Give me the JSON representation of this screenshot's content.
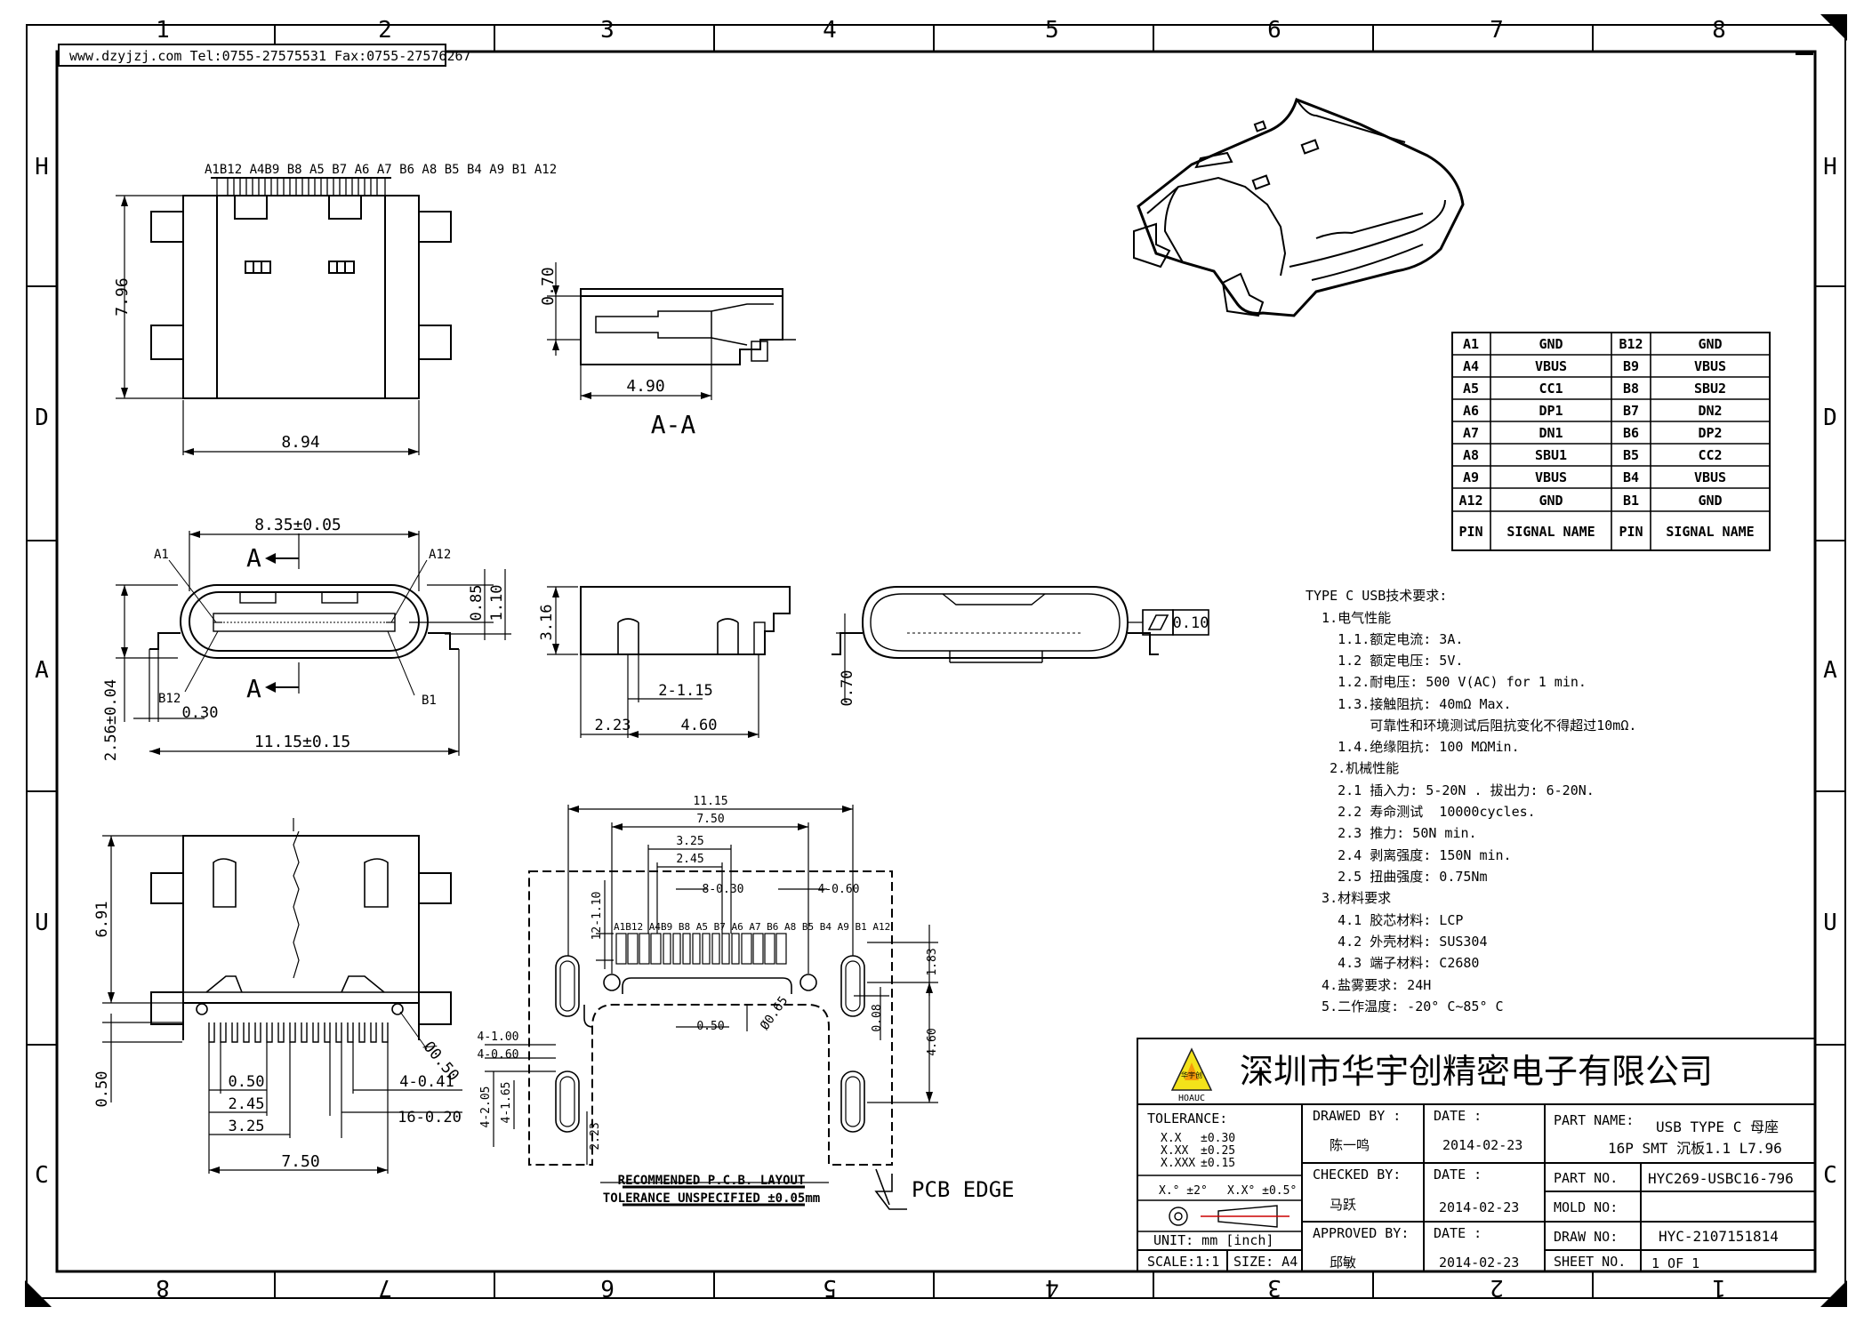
{
  "border": {
    "cols_top": [
      "1",
      "2",
      "3",
      "4",
      "5",
      "6",
      "7",
      "8"
    ],
    "cols_bottom": [
      "8",
      "7",
      "6",
      "5",
      "4",
      "3",
      "2",
      "1"
    ],
    "rows_left": [
      "H",
      "D",
      "A",
      "U",
      "C"
    ],
    "rows_right": [
      "H",
      "D",
      "A",
      "U",
      "C"
    ]
  },
  "header_strip": "www.dzyjzj.com  Tel:0755-27575531  Fax:0755-27576267",
  "view_top": {
    "pin_labels": "A1B12 A4B9 B8 A5 B7 A6 A7 B6 A8 B5 B4 A9 B1 A12",
    "dim_height": "7.96",
    "dim_width": "8.94"
  },
  "view_section": {
    "dim_070": "0.70",
    "dim_490": "4.90",
    "label": "A-A"
  },
  "view_front": {
    "dim_835": "8.35±0.05",
    "label_A_top": "A",
    "label_A_bot": "A",
    "pin_A1": "A1",
    "pin_A12": "A12",
    "pin_B12": "B12",
    "pin_B1": "B1",
    "dim_085": "0.85",
    "dim_110": "1.10",
    "dim_256": "2.56±0.04",
    "dim_030": "0.30",
    "dim_1115": "11.15±0.15"
  },
  "view_side": {
    "dim_316": "3.16",
    "dim_115": "2-1.15",
    "dim_223": "2.23",
    "dim_460": "4.60"
  },
  "view_end": {
    "dim_070": "0.70",
    "flatness": "0.10"
  },
  "view_bottom": {
    "dim_691": "6.91",
    "dim_050b": "0.50",
    "dim_050": "0.50",
    "dim_245": "2.45",
    "dim_325": "3.25",
    "dim_750": "7.50",
    "dim_041": "4-0.41",
    "dim_020": "16-0.20",
    "dim_phi050": "Ø0.50"
  },
  "pcb_layout": {
    "dim_1115": "11.15",
    "dim_750": "7.50",
    "dim_325": "3.25",
    "dim_245": "2.45",
    "dim_8030": "8-0.30",
    "dim_4060": "4-0.60",
    "dim_12110": "12-1.10",
    "pin_labels": "A1B12 A4B9 B8 A5 B7 A6 A7 B6 A8 B5 B4 A9 B1 A12",
    "dim_183": "1.83",
    "dim_phi065": "Ø0.65",
    "dim_050": "0.50",
    "dim_008": "0.08",
    "dim_460": "4.60",
    "dim_4100": "4-1.00",
    "dim_4060b": "4-0.60",
    "dim_4205": "4-2.05",
    "dim_4165": "4-1.65",
    "dim_223": "2.23",
    "title": "RECOMMENDED  P.C.B.  LAYOUT",
    "tolerance": "TOLERANCE  UNSPECIFIED  ±0.05mm",
    "pcb_edge": "PCB EDGE"
  },
  "pin_table": {
    "rows": [
      {
        "p1": "A1",
        "s1": "GND",
        "p2": "B12",
        "s2": "GND"
      },
      {
        "p1": "A4",
        "s1": "VBUS",
        "p2": "B9",
        "s2": "VBUS"
      },
      {
        "p1": "A5",
        "s1": "CC1",
        "p2": "B8",
        "s2": "SBU2"
      },
      {
        "p1": "A6",
        "s1": "DP1",
        "p2": "B7",
        "s2": "DN2"
      },
      {
        "p1": "A7",
        "s1": "DN1",
        "p2": "B6",
        "s2": "DP2"
      },
      {
        "p1": "A8",
        "s1": "SBU1",
        "p2": "B5",
        "s2": "CC2"
      },
      {
        "p1": "A9",
        "s1": "VBUS",
        "p2": "B4",
        "s2": "VBUS"
      },
      {
        "p1": "A12",
        "s1": "GND",
        "p2": "B1",
        "s2": "GND"
      }
    ],
    "header": {
      "p1": "PIN",
      "s1": "SIGNAL NAME",
      "p2": "PIN",
      "s2": "SIGNAL NAME"
    }
  },
  "spec": {
    "lines": [
      "TYPE C USB技术要求:",
      "  1.电气性能",
      "    1.1.额定电流: 3A.",
      "    1.2 额定电压: 5V.",
      "    1.2.耐电压: 500 V(AC) for 1 min.",
      "    1.3.接触阻抗: 40mΩ Max.",
      "        可靠性和环境测试后阻抗变化不得超过10mΩ.",
      "    1.4.绝缘阻抗: 100 MΩMin.",
      "   2.机械性能",
      "    2.1 插入力: 5-20N . 拔出力: 6-20N.",
      "    2.2 寿命测试  10000cycles.",
      "    2.3 推力: 50N min.",
      "    2.4 剥离强度: 150N min.",
      "    2.5 扭曲强度: 0.75Nm",
      "  3.材料要求",
      "    4.1 胶芯材料: LCP",
      "    4.2 外壳材料: SUS304",
      "    4.3 端子材料: C2680",
      "  4.盐雾要求: 24H",
      "  5.二作温度: -20° C~85° C"
    ]
  },
  "title_block": {
    "company": "深圳市华宇创精密电子有限公司",
    "logo_text": "HOAUC",
    "logo_cn": "华宇创",
    "tolerance_label": "TOLERANCE:",
    "tol1_k": "X.X",
    "tol1_v": "±0.30",
    "tol2_k": "X.XX",
    "tol2_v": "±0.25",
    "tol3_k": "X.XXX",
    "tol3_v": "±0.15",
    "ang1": "X.° ±2°",
    "ang2": "X.X° ±0.5°",
    "unit": "UNIT:  mm  [inch]",
    "scale": "SCALE:1:1",
    "size": "SIZE: A4",
    "drawn_by_label": "DRAWED BY :",
    "drawn_by": "陈一鸣",
    "checked_by_label": "CHECKED BY:",
    "checked_by": "马跃",
    "approved_by_label": "APPROVED BY:",
    "approved_by": "邱敏",
    "date_label": "DATE :",
    "date1": "2014-02-23",
    "date2": "2014-02-23",
    "date3": "2014-02-23",
    "part_name_label": "PART NAME:",
    "part_name_1": "USB TYPE C 母座",
    "part_name_2": "16P SMT 沉板1.1 L7.96",
    "part_no_label": "PART NO.",
    "part_no": "HYC269-USBC16-796",
    "mold_no_label": "MOLD NO:",
    "mold_no": "",
    "draw_no_label": "DRAW NO:",
    "draw_no": "HYC-2107151814",
    "sheet_no_label": "SHEET NO.",
    "sheet_no": "1 OF 1"
  }
}
